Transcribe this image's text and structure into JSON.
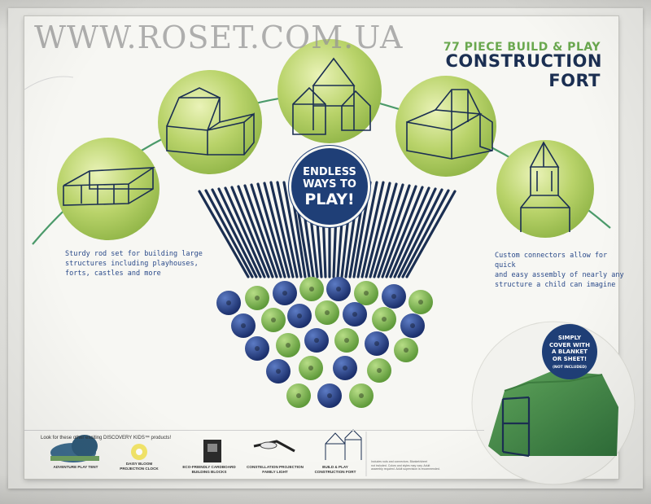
{
  "watermark": "WWW.ROSET.COM.UA",
  "header": {
    "subtitle": "77 PIECE BUILD & PLAY",
    "title_line1": "CONSTRUCTION",
    "title_line2": "FORT"
  },
  "badge": {
    "line1": "ENDLESS",
    "line2": "WAYS TO",
    "line3": "PLAY!"
  },
  "descriptions": {
    "left": "Sturdy rod set for building large\nstructures including playhouses,\nforts, castles and more",
    "right": "Custom connectors allow for quick\nand easy assembly of nearly any\nstructure a child can imagine"
  },
  "cover_badge": {
    "text": "SIMPLY\nCOVER WITH\nA BLANKET\nOR SHEET!",
    "note": "(NOT INCLUDED)"
  },
  "footer": {
    "heading": "Look for these other exciting DISCOVERY KIDS™ products!",
    "products": [
      "ADVENTURE PLAY TENT",
      "DAISY BLOOM\nPROJECTION CLOCK",
      "ECO-FRIENDLY CARDBOARD\nBUILDING BLOCKS",
      "CONSTELLATION PROJECTION\nFAMILY LIGHT",
      "BUILD & PLAY\nCONSTRUCTION FORT"
    ],
    "fineprint": "Includes rods and connectors. Blanket/sheet\nnot included. Colors and styles may vary. Adult\nassembly required. Adult supervision is recommended."
  },
  "colors": {
    "navy": "#1f3f77",
    "green_circle": "#a9c85a",
    "rod": "#1b2f52",
    "connector_green": "#7fb04b",
    "connector_blue": "#24407e",
    "arc": "#4b9a6a"
  }
}
